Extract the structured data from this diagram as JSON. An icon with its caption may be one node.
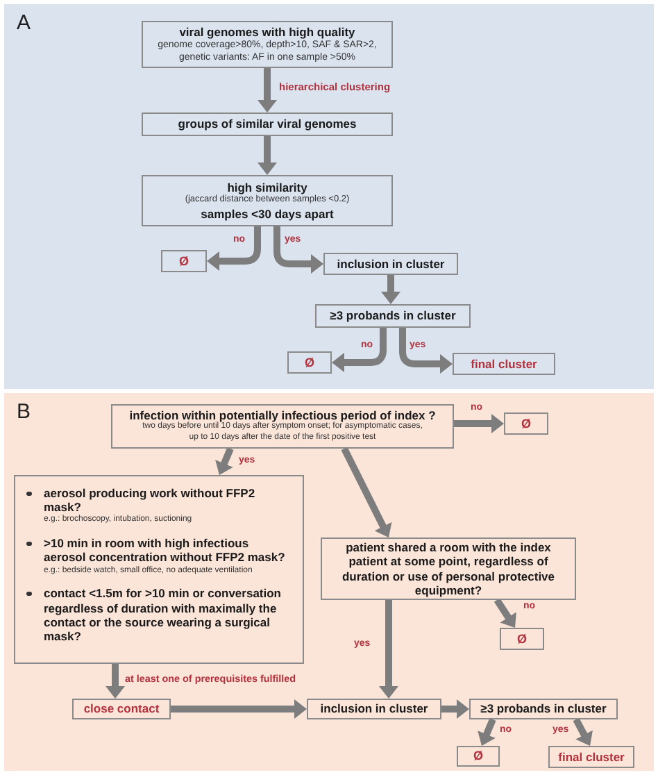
{
  "diagram": {
    "nodes": [
      {
        "text": [
          "A"
        ]
      },
      {
        "text": [
          "viral genomes with high quality",
          "genome coverage>80%, depth>10, SAF & SAR>2, genetic variants: AF in one sample >50%"
        ],
        "in": 0
      },
      {
        "text": [
          "groups of similar viral genomes"
        ],
        "in": 0
      },
      {
        "text": [
          "high similarity",
          "(jaccard distance between samples <0.2)",
          "samples <30 days apart"
        ],
        "in": 0
      },
      {
        "text": [
          "Ø"
        ],
        "in": 0
      },
      {
        "text": [
          "inclusion in cluster"
        ],
        "in": 0
      },
      {
        "text": [
          "≥3 probands in cluster"
        ],
        "in": 0
      },
      {
        "text": [
          "Ø"
        ],
        "in": 0
      },
      {
        "text": [
          "final cluster"
        ],
        "in": 0
      },
      {
        "text": [
          "B"
        ]
      },
      {
        "text": [
          "infection within potentially infectious period of index ?",
          "two days before until 10 days after symptom onset; for asymptomatic cases, up to 10 days after the date of the first positive test"
        ],
        "in": 9
      },
      {
        "text": [
          "Ø"
        ],
        "in": 9
      },
      {
        "text": [
          "aerosol producing work without FFP2 mask?",
          "e.g.: brochoscopy, intubation, suctioning",
          ">10 min in room with high infectious aerosol concentration without FFP2 mask?",
          "e.g.: bedside watch, small office, no adequate ventilation",
          "contact <1.5m for >10 min or conversation regardless of duration with maximally the contact or the source wearing a surgical mask?"
        ],
        "in": 9
      },
      {
        "text": [
          "patient shared a room with the index patient at some point, regardless of duration or use of personal protective equipment?"
        ],
        "in": 9
      },
      {
        "text": [
          "Ø"
        ],
        "in": 9
      },
      {
        "text": [
          "close contact"
        ],
        "in": 9
      },
      {
        "text": [
          "inclusion in cluster"
        ],
        "in": 9
      },
      {
        "text": [
          "≥3 probands in cluster"
        ],
        "in": 9
      },
      {
        "text": [
          "Ø"
        ],
        "in": 9
      },
      {
        "text": [
          "final cluster"
        ],
        "in": 9
      }
    ],
    "edges": [
      {
        "from": 1,
        "to": 2,
        "arrow": "to",
        "label": "hierarchical clustering"
      },
      {
        "from": 2,
        "to": 3,
        "arrow": "to"
      },
      {
        "from": 3,
        "to": 4,
        "arrow": "to",
        "label": "no"
      },
      {
        "from": 3,
        "to": 5,
        "arrow": "to",
        "label": "yes"
      },
      {
        "from": 5,
        "to": 6,
        "arrow": "to"
      },
      {
        "from": 6,
        "to": 7,
        "arrow": "to",
        "label": "no"
      },
      {
        "from": 6,
        "to": 8,
        "arrow": "to",
        "label": "yes"
      },
      {
        "from": 10,
        "to": 11,
        "arrow": "to",
        "label": "no"
      },
      {
        "from": 10,
        "to": 12,
        "arrow": "to",
        "label": "yes"
      },
      {
        "from": 10,
        "to": 13,
        "arrow": "to"
      },
      {
        "from": 13,
        "to": 14,
        "arrow": "to",
        "label": "no"
      },
      {
        "from": 13,
        "to": 16,
        "arrow": "to",
        "label": "yes"
      },
      {
        "from": 12,
        "to": 15,
        "arrow": "to",
        "label": "at least one of prerequisites fulfilled"
      },
      {
        "from": 15,
        "to": 16,
        "arrow": "to"
      },
      {
        "from": 16,
        "to": 17,
        "arrow": "to"
      },
      {
        "from": 17,
        "to": 18,
        "arrow": "to",
        "label": "no"
      },
      {
        "from": 17,
        "to": 19,
        "arrow": "to",
        "label": "yes"
      }
    ]
  }
}
